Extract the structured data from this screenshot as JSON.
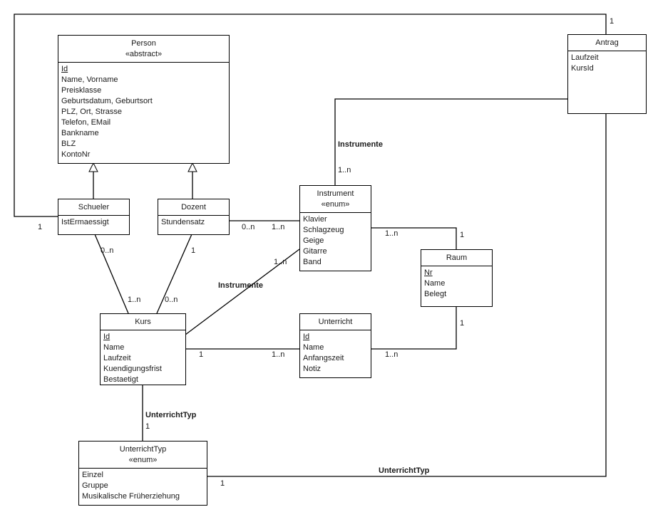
{
  "classes": {
    "person": {
      "name": "Person",
      "stereotype": "«abstract»",
      "attributes": [
        "Id",
        "Name, Vorname",
        "Preisklasse",
        "Geburtsdatum, Geburtsort",
        "PLZ, Ort, Strasse",
        "Telefon, EMail",
        "Bankname",
        "BLZ",
        "KontoNr"
      ]
    },
    "schueler": {
      "name": "Schueler",
      "attributes": [
        "IstErmaessigt"
      ]
    },
    "dozent": {
      "name": "Dozent",
      "attributes": [
        "Stundensatz"
      ]
    },
    "instrument": {
      "name": "Instrument",
      "stereotype": "«enum»",
      "attributes": [
        "Klavier",
        "Schlagzeug",
        "Geige",
        "Gitarre",
        "Band"
      ]
    },
    "antrag": {
      "name": "Antrag",
      "attributes": [
        "Laufzeit",
        "KursId"
      ]
    },
    "raum": {
      "name": "Raum",
      "attributes": [
        "Nr",
        "Name",
        "Belegt"
      ]
    },
    "kurs": {
      "name": "Kurs",
      "attributes": [
        "Id",
        "Name",
        "Laufzeit",
        "Kuendigungsfrist",
        "Bestaetigt"
      ]
    },
    "unterricht": {
      "name": "Unterricht",
      "attributes": [
        "Id",
        "Name",
        "Anfangszeit",
        "Notiz"
      ]
    },
    "unterrichttyp": {
      "name": "UnterrichtTyp",
      "stereotype": "«enum»",
      "attributes": [
        "Einzel",
        "Gruppe",
        "Musikalische Früherziehung"
      ]
    }
  },
  "associations": {
    "schueler_antrag": {
      "schueler_mult": "1",
      "antrag_mult": "1"
    },
    "antrag_instrument": {
      "role": "Instrumente",
      "instrument_mult": "1..n"
    },
    "dozent_instrument": {
      "dozent_mult": "0..n",
      "instrument_mult": "1..n"
    },
    "instrument_raum": {
      "instrument_mult": "1..n",
      "raum_mult": "1"
    },
    "schueler_kurs": {
      "schueler_mult": "0..n",
      "kurs_mult": "1..n"
    },
    "dozent_kurs": {
      "dozent_mult": "1",
      "kurs_mult": "0..n"
    },
    "kurs_instrument": {
      "role": "Instrumente",
      "instrument_mult": "1..n"
    },
    "kurs_unterricht": {
      "kurs_mult": "1",
      "unterricht_mult": "1..n"
    },
    "unterricht_raum": {
      "unterricht_mult": "1..n",
      "raum_mult": "1"
    },
    "kurs_unterrichttyp": {
      "role": "UnterrichtTyp",
      "typ_mult": "1"
    },
    "antrag_unterrichttyp": {
      "role": "UnterrichtTyp",
      "typ_mult": "1"
    }
  }
}
